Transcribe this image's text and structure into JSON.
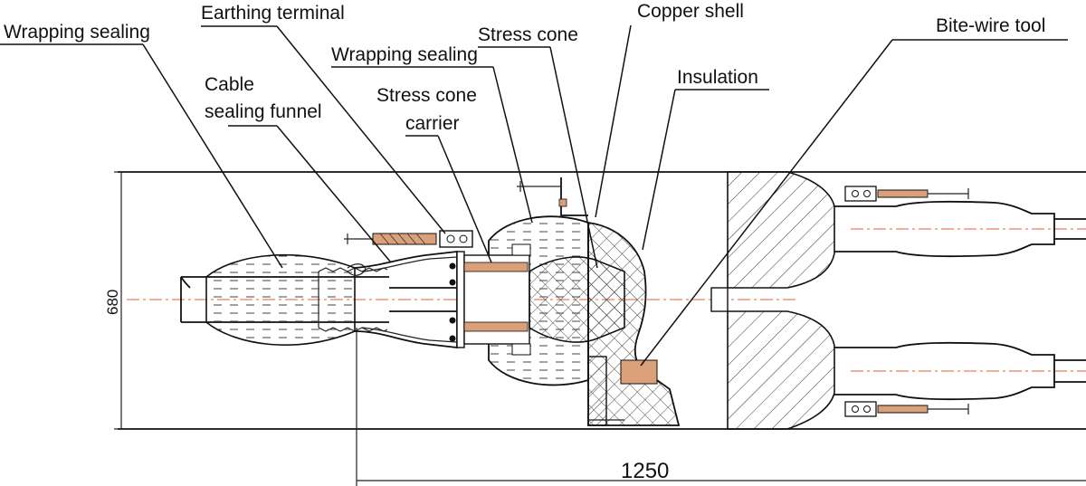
{
  "labels": {
    "wrapping_sealing_left": "Wrapping sealing",
    "earthing_terminal": "Earthing terminal",
    "copper_shell": "Copper shell",
    "stress_cone": "Stress cone",
    "bite_wire_tool": "Bite-wire tool",
    "wrapping_sealing_mid": "Wrapping sealing",
    "cable_line1": "Cable",
    "cable_line2": "sealing funnel",
    "insulation": "Insulation",
    "stress_cone_carrier_line1": "Stress cone",
    "stress_cone_carrier_line2": "carrier"
  },
  "dimensions": {
    "height": "680",
    "length": "1250"
  },
  "colors": {
    "line": "#111111",
    "centerline": "#e06030",
    "brass": "#d9a07a"
  }
}
